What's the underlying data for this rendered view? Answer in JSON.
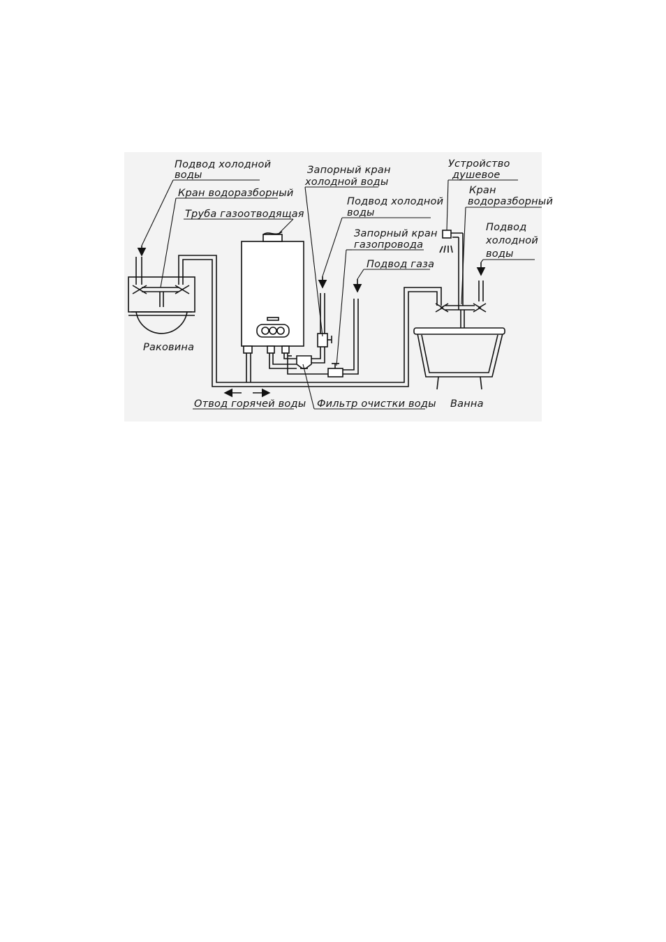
{
  "labels": {
    "cold_water_supply_sink_1": "Подвод холодной",
    "cold_water_supply_sink_2": "воды",
    "sink_faucet": "Кран водоразборный",
    "flue_pipe": "Труба газоотводящая",
    "cold_shutoff_valve_1": "Запорный кран",
    "cold_shutoff_valve_2": "холодной воды",
    "cold_water_supply_mid_1": "Подвод холодной",
    "cold_water_supply_mid_2": "воды",
    "gas_shutoff_valve_1": "Запорный кран",
    "gas_shutoff_valve_2": "газопровода",
    "gas_supply": "Подвод газа",
    "shower_1": "Устройство",
    "shower_2": "душевое",
    "bath_faucet_1": "Кран",
    "bath_faucet_2": "водоразборный",
    "cold_water_supply_bath_1": "Подвод",
    "cold_water_supply_bath_2": "холодной",
    "cold_water_supply_bath_3": "воды",
    "sink": "Раковина",
    "hot_water_outlet": "Отвод горячей воды",
    "water_filter": "Фильтр очистки воды",
    "bath": "Ванна"
  }
}
